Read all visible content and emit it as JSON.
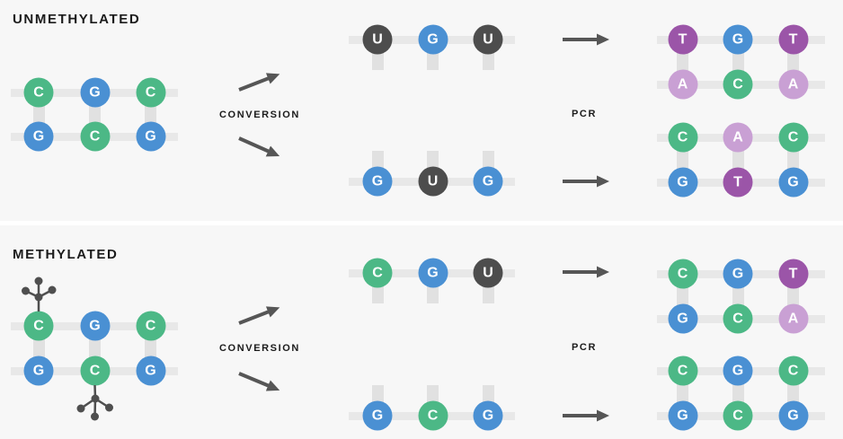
{
  "colors": {
    "base_c": "#4cb886",
    "base_g": "#4a90d3",
    "base_u": "#4d4d4d",
    "base_t": "#9b55a8",
    "base_a": "#c9a0d4",
    "strand": "#e8e8e8",
    "connector": "#e1e1e1",
    "panel_bg": "#f7f7f7",
    "arrow": "#565656",
    "text": "#1b1b1b"
  },
  "labels": {
    "conversion": "CONVERSION",
    "pcr": "PCR"
  },
  "unmethylated": {
    "title": "UNMETHYLATED",
    "source": {
      "top": [
        "C",
        "G",
        "C"
      ],
      "bottom": [
        "G",
        "C",
        "G"
      ]
    },
    "converted": [
      {
        "bases": [
          "U",
          "G",
          "U"
        ]
      },
      {
        "bases": [
          "G",
          "U",
          "G"
        ]
      }
    ],
    "products": [
      {
        "top": [
          "T",
          "G",
          "T"
        ],
        "bottom": [
          "A",
          "C",
          "A"
        ]
      },
      {
        "top": [
          "C",
          "A",
          "C"
        ],
        "bottom": [
          "G",
          "T",
          "G"
        ]
      }
    ]
  },
  "methylated": {
    "title": "METHYLATED",
    "source": {
      "top": [
        "C",
        "G",
        "C"
      ],
      "bottom": [
        "G",
        "C",
        "G"
      ],
      "methyl_positions": [
        "top-base-1-above",
        "bottom-base-2-below"
      ]
    },
    "converted": [
      {
        "bases": [
          "C",
          "G",
          "U"
        ]
      },
      {
        "bases": [
          "G",
          "C",
          "G"
        ]
      }
    ],
    "products": [
      {
        "top": [
          "C",
          "G",
          "T"
        ],
        "bottom": [
          "G",
          "C",
          "A"
        ]
      },
      {
        "top": [
          "C",
          "G",
          "C"
        ],
        "bottom": [
          "G",
          "C",
          "G"
        ]
      }
    ]
  }
}
